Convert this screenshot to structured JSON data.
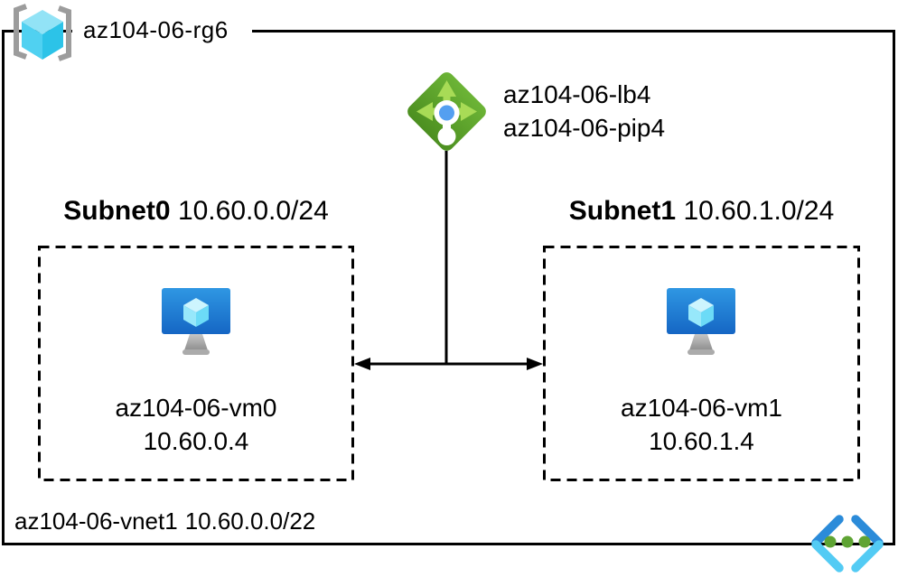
{
  "diagram": {
    "resource_group": {
      "name": "az104-06-rg6"
    },
    "load_balancer": {
      "name": "az104-06-lb4",
      "public_ip_name": "az104-06-pip4"
    },
    "subnets": [
      {
        "name": "Subnet0",
        "cidr": "10.60.0.0/24",
        "vm": {
          "name": "az104-06-vm0",
          "ip": "10.60.0.4"
        }
      },
      {
        "name": "Subnet1",
        "cidr": "10.60.1.0/24",
        "vm": {
          "name": "az104-06-vm1",
          "ip": "10.60.1.4"
        }
      }
    ],
    "virtual_network": {
      "name": "az104-06-vnet1",
      "cidr": "10.60.0.0/22"
    },
    "icons": {
      "resource_group": "resource-group-icon",
      "load_balancer": "load-balancer-icon",
      "virtual_machine": "virtual-machine-icon",
      "virtual_network": "virtual-network-icon"
    },
    "colors": {
      "line_black": "#000000",
      "lb_diamond_green_top": "#6CB436",
      "lb_diamond_green_bottom": "#4C8F20",
      "lb_arrow_green": "#A8DB56",
      "lb_dot_blue": "#549FF0",
      "vm_screen_blue_top": "#2F97E3",
      "vm_screen_blue_bottom": "#1566C4",
      "cube_cyan_top": "#92E3F6",
      "cube_cyan_left": "#50D1F1",
      "cube_cyan_right": "#2CC3E8",
      "vm_cube_top": "#CDF5FE",
      "vm_cube_left": "#97E8FB",
      "vm_cube_right": "#6CDBF7",
      "bracket_gray": "#9C9C9C",
      "stand_gray_light": "#C6C6C6",
      "stand_gray_dark": "#8E8E8E",
      "vnet_blue_dark": "#2B8BD9",
      "vnet_blue_light": "#53CBF4",
      "vnet_dot_green": "#5FA434"
    }
  }
}
